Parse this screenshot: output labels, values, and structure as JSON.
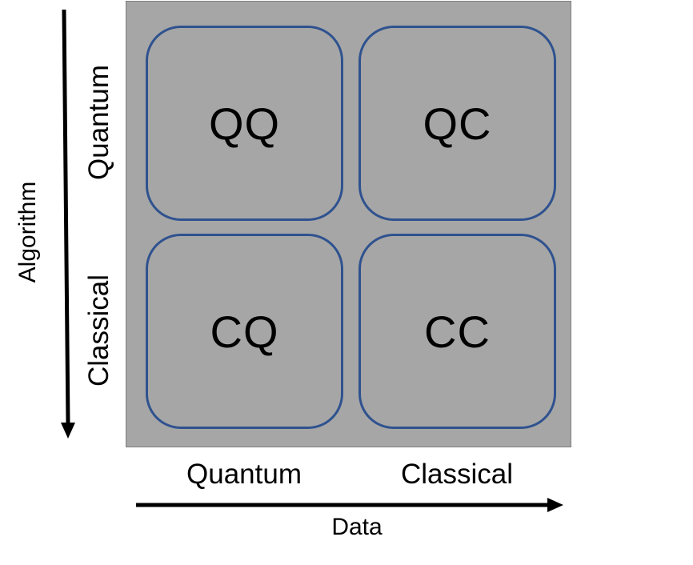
{
  "cells": {
    "qq": "QQ",
    "qc": "QC",
    "cq": "CQ",
    "cc": "CC"
  },
  "columns": {
    "quantum": "Quantum",
    "classical": "Classical"
  },
  "rows": {
    "quantum": "Quantum",
    "classical": "Classical"
  },
  "axes": {
    "x_title": "Data",
    "y_title": "Algorithm"
  },
  "colors": {
    "panel": "#a6a6a6",
    "cell_border": "#2f528f",
    "arrow": "#000000"
  }
}
